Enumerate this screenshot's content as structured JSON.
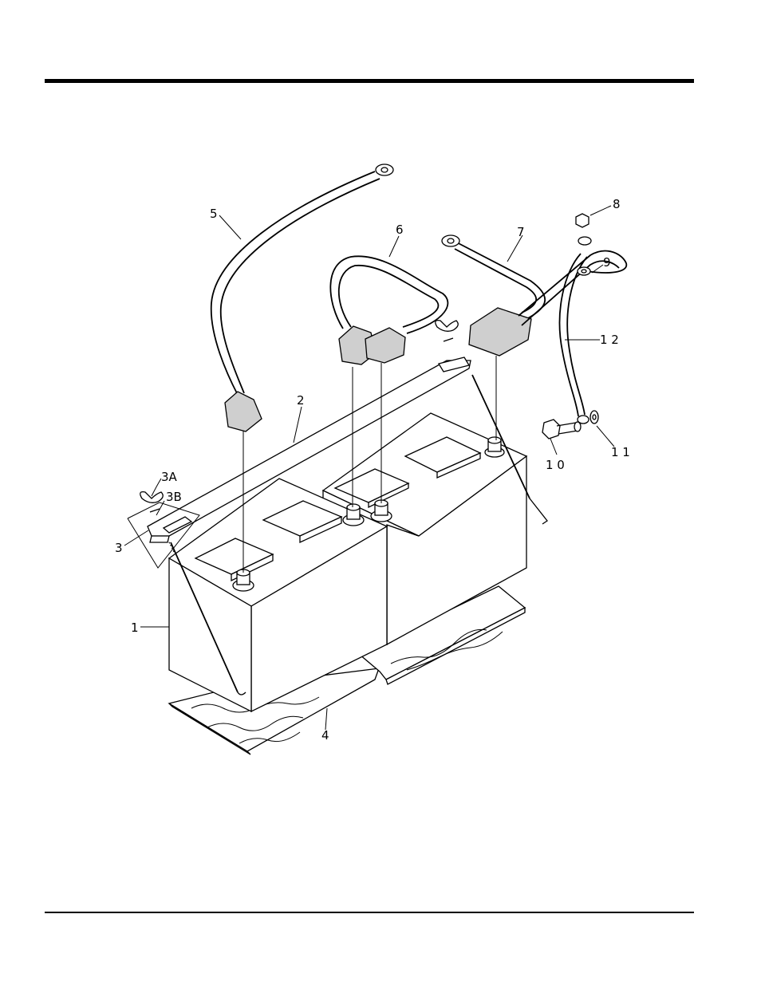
{
  "page": {
    "title": ""
  },
  "diagram": {
    "callouts": [
      {
        "id": "c1",
        "text": "1"
      },
      {
        "id": "c2",
        "text": "2"
      },
      {
        "id": "c3",
        "text": "3"
      },
      {
        "id": "c3a",
        "text": "3A"
      },
      {
        "id": "c3b",
        "text": "3B"
      },
      {
        "id": "c4",
        "text": "4"
      },
      {
        "id": "c5",
        "text": "5"
      },
      {
        "id": "c6",
        "text": "6"
      },
      {
        "id": "c7",
        "text": "7"
      },
      {
        "id": "c8",
        "text": "8"
      },
      {
        "id": "c9",
        "text": "9"
      },
      {
        "id": "c10",
        "text": "1 0"
      },
      {
        "id": "c11",
        "text": "1 1"
      },
      {
        "id": "c12",
        "text": "1 2"
      }
    ]
  }
}
